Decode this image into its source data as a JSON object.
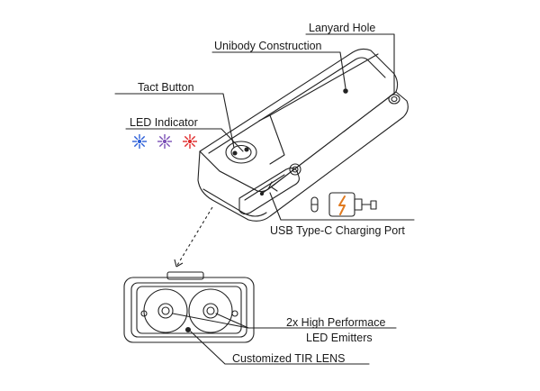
{
  "labels": {
    "lanyard_hole": "Lanyard Hole",
    "unibody": "Unibody Construction",
    "tact_button": "Tact Button",
    "led_indicator": "LED Indicator",
    "usb_port": "USB Type-C Charging Port",
    "emitters_line1": "2x High Performace",
    "emitters_line2": "LED Emitters",
    "tir_lens": "Customized TIR LENS"
  },
  "indicator_colors": [
    "#2b5fd9",
    "#7a4fb5",
    "#e02a2a"
  ],
  "colors": {
    "stroke": "#222222",
    "text": "#1a1a1a",
    "bolt": "#e07a1f"
  }
}
